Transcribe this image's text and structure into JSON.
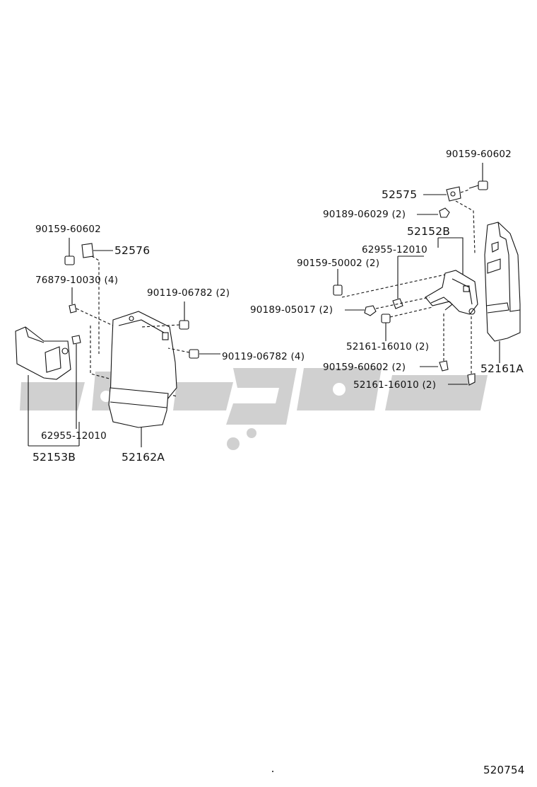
{
  "parts": {
    "p_90159_60602_right": "90159-60602",
    "p_52575": "52575",
    "p_90189_06029": "90189-06029 (2)",
    "p_52152B": "52152B",
    "p_62955_12010_right": "62955-12010",
    "p_90159_50002": "90159-50002 (2)",
    "p_90189_05017": "90189-05017 (2)",
    "p_52161_16010_a": "52161-16010 (2)",
    "p_90159_60602_b": "90159-60602 (2)",
    "p_52161_16010_b": "52161-16010 (2)",
    "p_52161A": "52161A",
    "p_90159_60602_left": "90159-60602",
    "p_52576": "52576",
    "p_76879_10030": "76879-10030 (4)",
    "p_90119_06782_a": "90119-06782 (2)",
    "p_90119_06782_b": "90119-06782 (4)",
    "p_62955_12010_left": "62955-12010",
    "p_52153B": "52153B",
    "p_52162A": "52162A"
  },
  "diagram_ref": "520754",
  "colors": {
    "line": "#111111",
    "watermark": "#c8c8c8",
    "background": "#ffffff"
  }
}
